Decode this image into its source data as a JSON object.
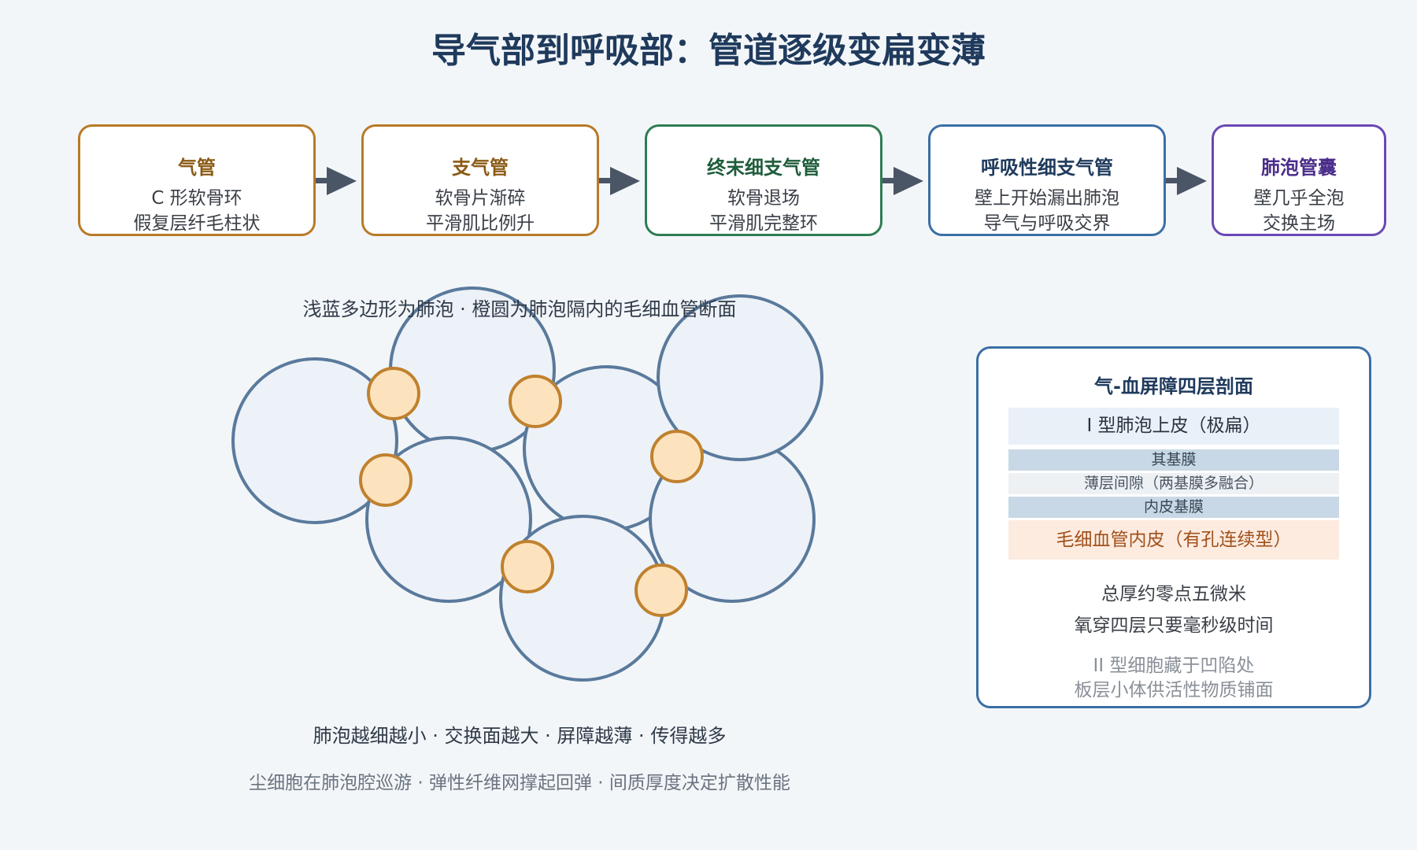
{
  "title": "导气部到呼吸部：管道逐级变扁变薄",
  "stages": [
    {
      "name": "气管",
      "line1": "C 形软骨环",
      "line2": "假复层纤毛柱状",
      "color": "#b87a27",
      "name_color": "#8a5a14"
    },
    {
      "name": "支气管",
      "line1": "软骨片渐碎",
      "line2": "平滑肌比例升",
      "color": "#b87a27",
      "name_color": "#8a5a14"
    },
    {
      "name": "终末细支气管",
      "line1": "软骨退场",
      "line2": "平滑肌完整环",
      "color": "#2e7d53",
      "name_color": "#1e5c3a"
    },
    {
      "name": "呼吸性细支气管",
      "line1": "壁上开始漏出肺泡",
      "line2": "导气与呼吸交界",
      "color": "#3b6ea5",
      "name_color": "#1f3a5c"
    },
    {
      "name": "肺泡管囊",
      "line1": "壁几乎全泡",
      "line2": "交换主场",
      "color": "#6a48b5",
      "name_color": "#4a2d8a"
    }
  ],
  "alveoli_caption": "浅蓝多边形为肺泡 · 橙圆为肺泡隔内的毛细血管断面",
  "bottom_caption": "肺泡越细越小 · 交换面越大 · 屏障越薄 · 传得越多",
  "bottom_subcaption": "尘细胞在肺泡腔巡游 · 弹性纤维网撑起回弹 · 间质厚度决定扩散性能",
  "barrier": {
    "title": "气-血屏障四层剖面",
    "layers": [
      "I 型肺泡上皮（极扁）",
      "其基膜",
      "薄层间隙（两基膜多融合）",
      "内皮基膜",
      "毛细血管内皮（有孔连续型）"
    ],
    "note1": "总厚约零点五微米",
    "note2": "氧穿四层只要毫秒级时间",
    "note3": "II 型细胞藏于凹陷处",
    "note4": "板层小体供活性物质铺面"
  },
  "colors": {
    "alveolus_fill": "#edf2f8",
    "alveolus_stroke": "#5a7a9c",
    "capillary_fill": "#fde3bd",
    "capillary_stroke": "#c0812e",
    "arrow": "#4a5566"
  }
}
